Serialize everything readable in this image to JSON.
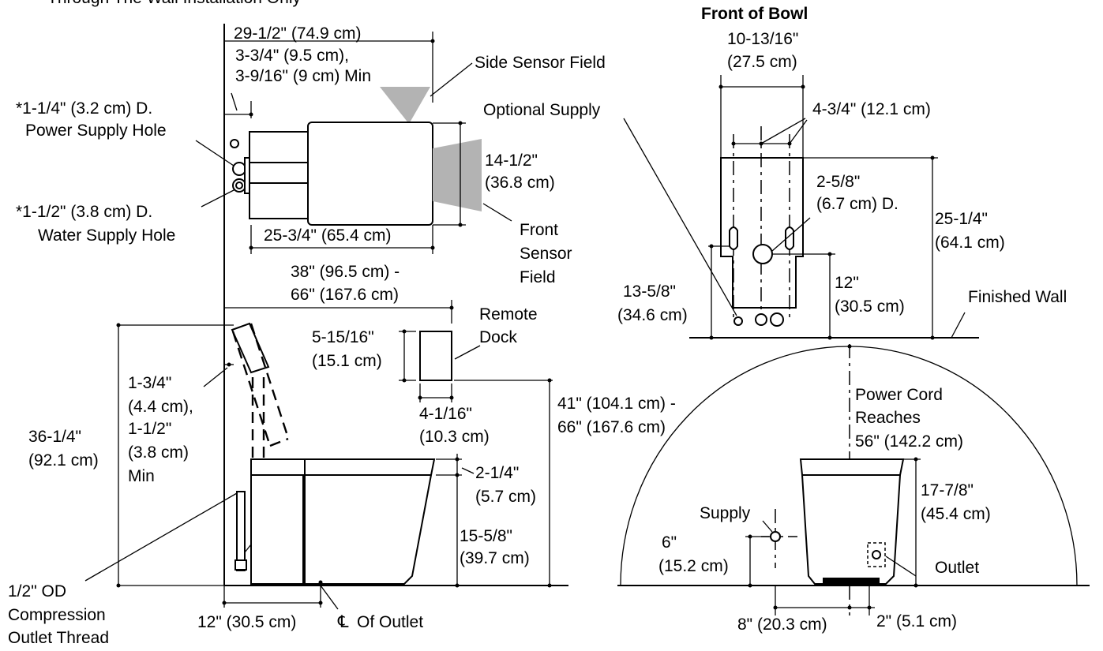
{
  "header": {
    "text": "Through The Wall Installation Only"
  },
  "top_view": {
    "overall_width": "29-1/2\" (74.9 cm)",
    "wall_clearance_1": "3-3/4\" (9.5 cm),",
    "wall_clearance_2": "3-9/16\" (9 cm) Min",
    "side_sensor": "Side Sensor Field",
    "power_hole_1": "*1-1/4\" (3.2 cm) D.",
    "power_hole_2": "Power Supply Hole",
    "water_hole_1": "*1-1/2\" (3.8 cm) D.",
    "water_hole_2": "Water Supply Hole",
    "body_length": "25-3/4\" (65.4 cm)",
    "width_1": "14-1/2\"",
    "width_2": "(36.8 cm)",
    "front_sensor_1": "Front",
    "front_sensor_2": "Sensor",
    "front_sensor_3": "Field"
  },
  "side_view": {
    "dock_range_1": "38\" (96.5 cm) -",
    "dock_range_2": "66\" (167.6 cm)",
    "remote_1": "Remote",
    "remote_2": "Dock",
    "dock_h_1": "5-15/16\"",
    "dock_h_2": "(15.1 cm)",
    "dock_w_1": "4-1/16\"",
    "dock_w_2": "(10.3 cm)",
    "dock_height_1": "41\" (104.1 cm) -",
    "dock_height_2": "66\" (167.6 cm)",
    "lid_gap_1": "1-3/4\"",
    "lid_gap_2": "(4.4 cm),",
    "lid_gap_3": "1-1/2\"",
    "lid_gap_4": "(3.8 cm)",
    "lid_gap_5": "Min",
    "overall_h_1": "36-1/4\"",
    "overall_h_2": "(92.1 cm)",
    "lid_thk_1": "2-1/4\"",
    "lid_thk_2": "(5.7 cm)",
    "seat_h_1": "15-5/8\"",
    "seat_h_2": "(39.7 cm)",
    "outlet_1": "1/2\" OD",
    "outlet_2": "Compression",
    "outlet_3": "Outlet Thread",
    "outlet_off": "12\" (30.5 cm)",
    "cl_symbol": "℄",
    "cl_text": "Of Outlet"
  },
  "front_bowl": {
    "title": "Front of Bowl",
    "bowl_w_1": "10-13/16\"",
    "bowl_w_2": "(27.5 cm)",
    "slot_spacing": "4-3/4\" (12.1 cm)",
    "optional_supply": "Optional Supply",
    "hole_1": "2-5/8\"",
    "hole_2": "(6.7 cm) D.",
    "bowl_h_1": "25-1/4\"",
    "bowl_h_2": "(64.1 cm)",
    "supply_h_1": "13-5/8\"",
    "supply_h_2": "(34.6 cm)",
    "hole_h_1": "12\"",
    "hole_h_2": "(30.5 cm)",
    "finished_wall": "Finished Wall"
  },
  "front_elev": {
    "cord_1": "Power Cord",
    "cord_2": "Reaches",
    "cord_3": "56\" (142.2 cm)",
    "height_1": "17-7/8\"",
    "height_2": "(45.4 cm)",
    "supply": "Supply",
    "supply_h_1": "6\"",
    "supply_h_2": "(15.2 cm)",
    "outlet": "Outlet",
    "left_off": "8\" (20.3 cm)",
    "right_off": "2\" (5.1 cm)"
  }
}
